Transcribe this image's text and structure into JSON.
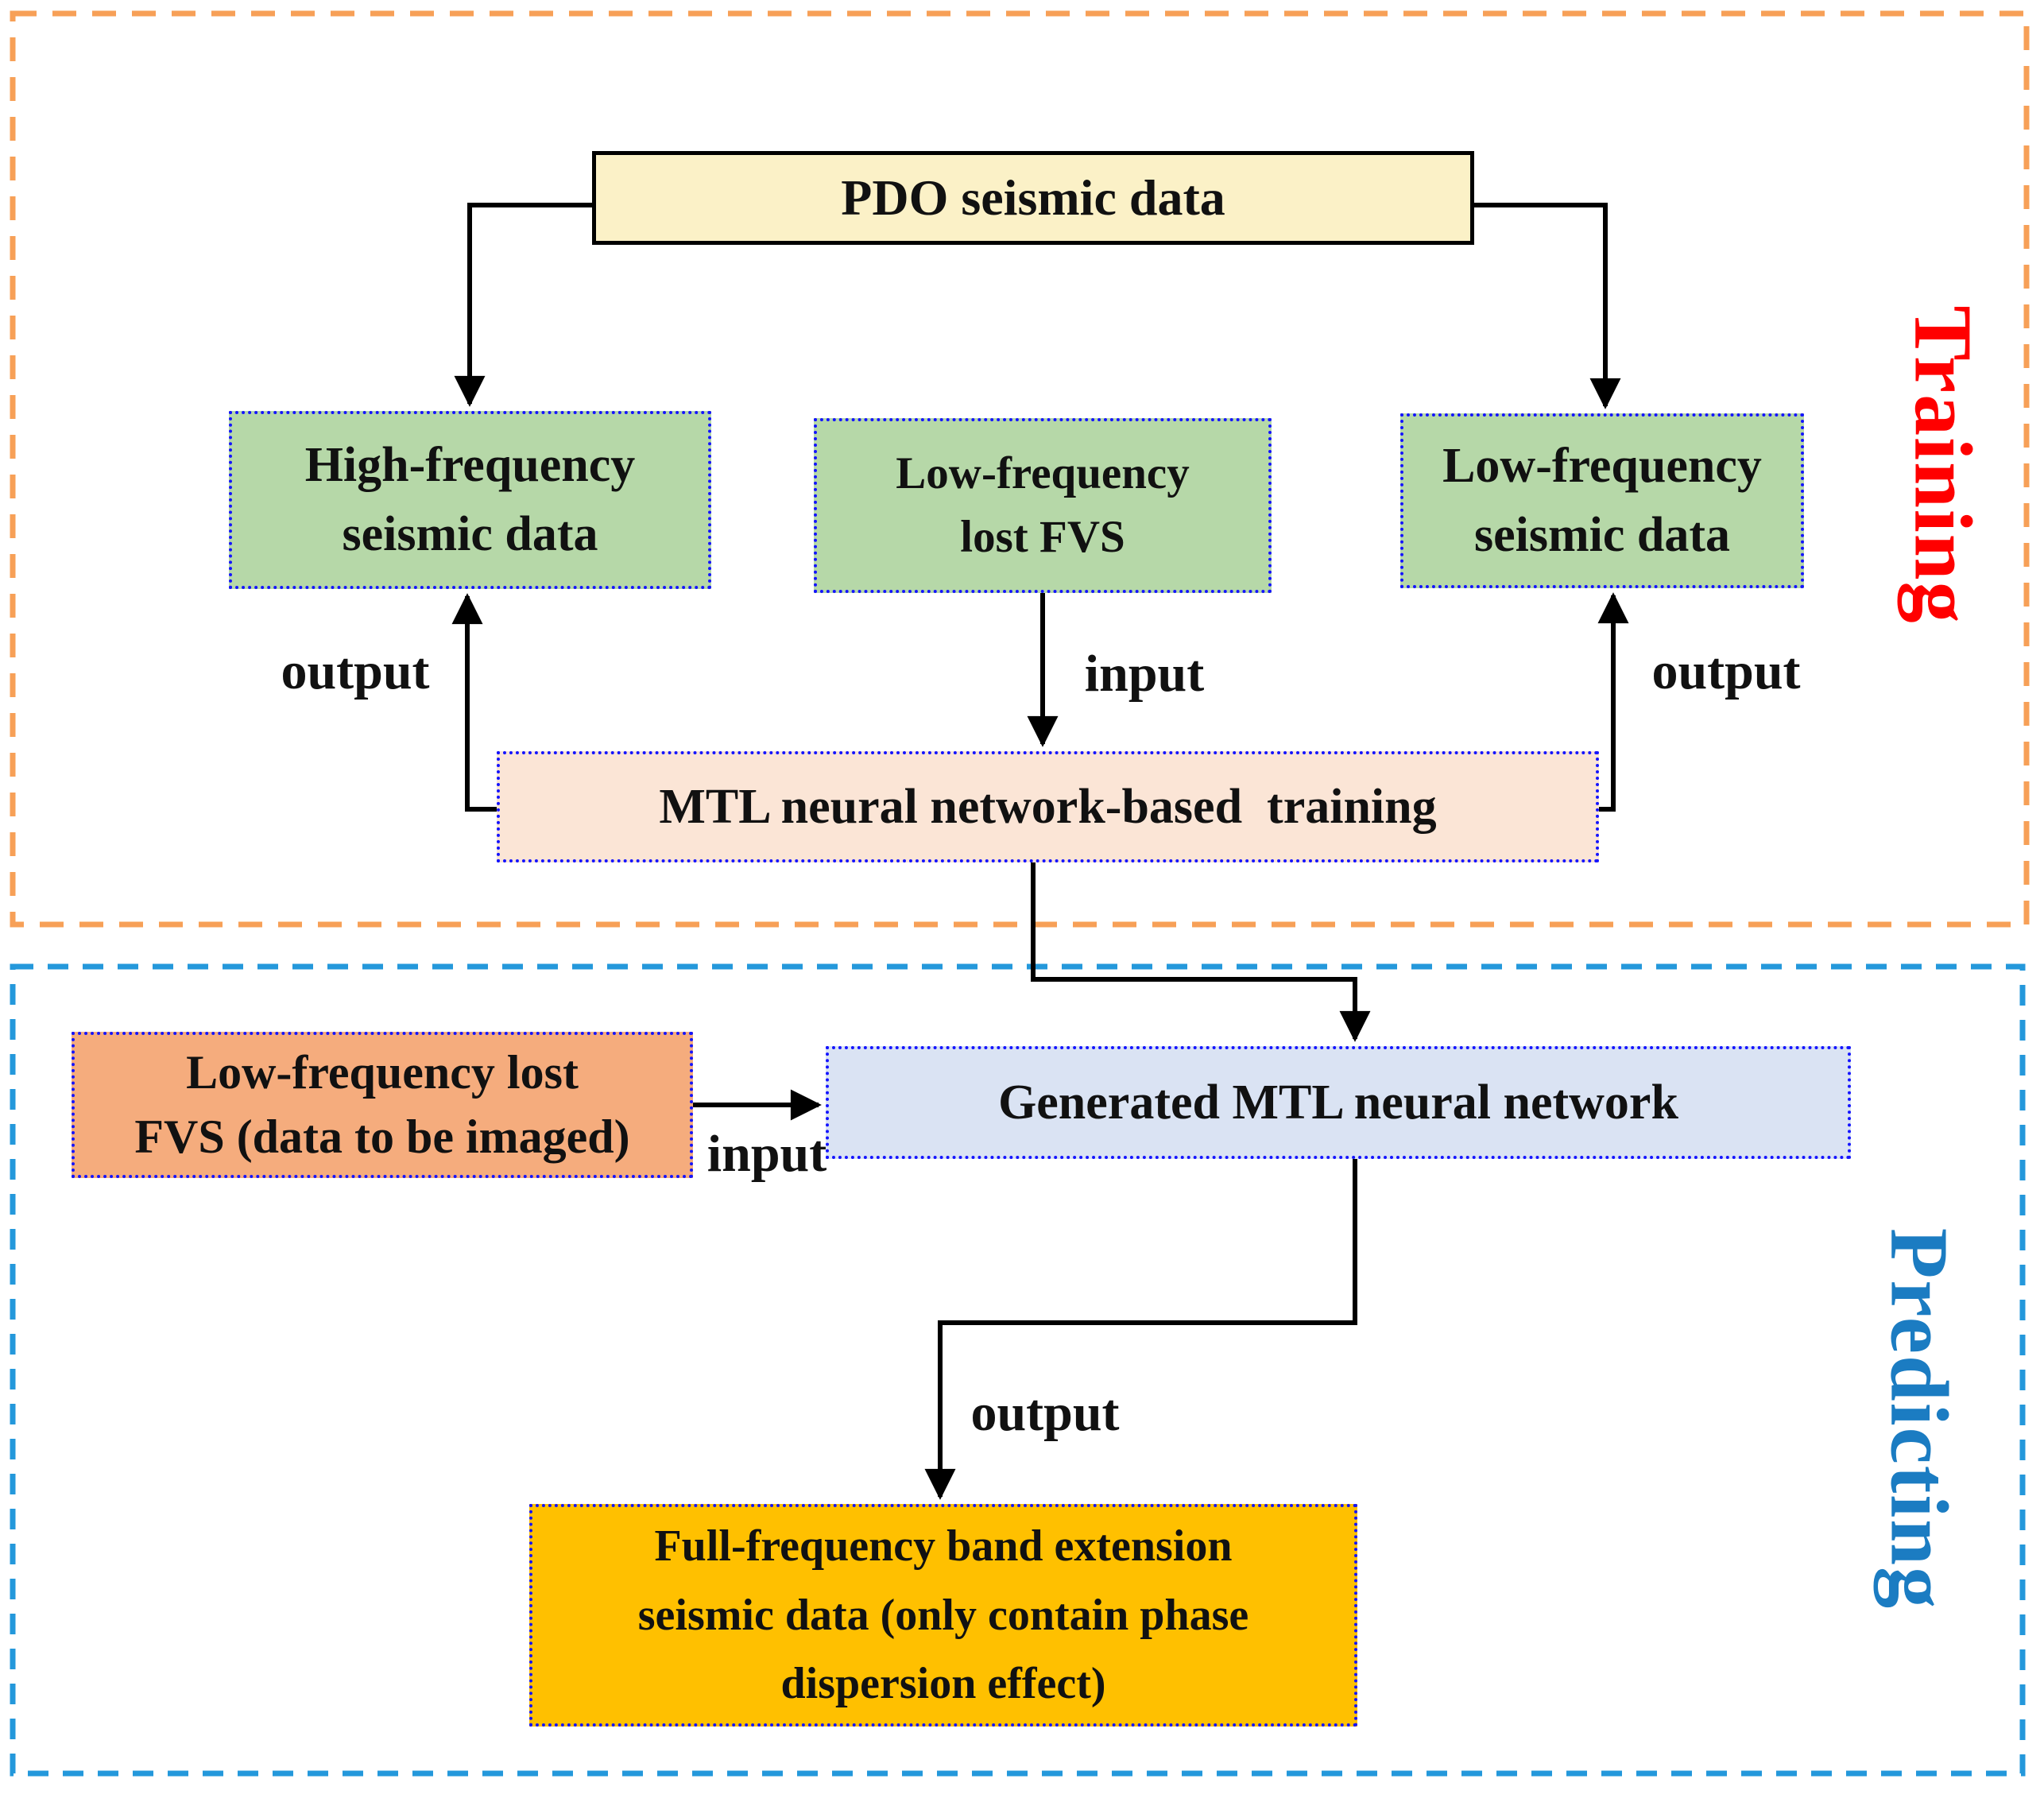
{
  "regions": {
    "training": {
      "label": "Training",
      "label_color": "#FF0000",
      "border_color": "#F7A057"
    },
    "predicting": {
      "label": "Predicting",
      "label_color": "#1B7CC2",
      "border_color": "#2498DB"
    }
  },
  "nodes": {
    "pdo_seismic_data": {
      "text": "PDO seismic data",
      "fill": "#FBF1C7",
      "border": "#000000"
    },
    "high_frequency_seismic": {
      "line1": "High-frequency",
      "line2": "seismic data",
      "fill": "#B6D8A8"
    },
    "low_frequency_lost_fvs": {
      "line1": "Low-frequency",
      "line2": "lost FVS",
      "fill": "#B6D8A8"
    },
    "low_frequency_seismic": {
      "line1": "Low-frequency",
      "line2": "seismic data",
      "fill": "#B6D8A8"
    },
    "mtl_training": {
      "text": "MTL neural network-based  training",
      "fill": "#FBE5D6"
    },
    "generated_mtl_network": {
      "text": "Generated MTL neural network",
      "fill": "#DAE3F3"
    },
    "lost_fvs_to_be_imaged": {
      "line1": "Low-frequency lost",
      "line2": "FVS (data to be imaged)",
      "fill": "#F5AC7D"
    },
    "full_frequency_band": {
      "line1": "Full-frequency band extension",
      "line2": "seismic data (only contain phase",
      "line3": "dispersion effect)",
      "fill": "#FFC000"
    }
  },
  "edge_labels": {
    "train_output_left": "output",
    "train_input": "input",
    "train_output_right": "output",
    "predict_input": "input",
    "predict_output": "output"
  },
  "styles": {
    "node_dotted_border_color": "#1414FF",
    "arrow_color": "#000000"
  }
}
